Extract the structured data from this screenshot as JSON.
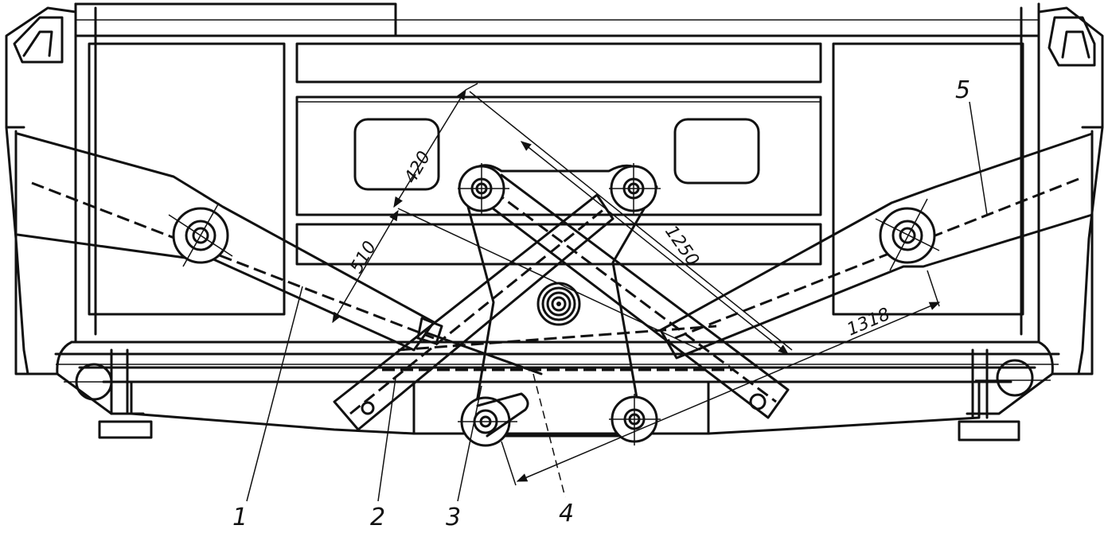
{
  "dimensions": {
    "d420": "420",
    "d510": "510",
    "d1250": "1250",
    "d1318": "1318"
  },
  "callouts": {
    "c1": "1",
    "c2": "2",
    "c3": "3",
    "c4": "4",
    "c5": "5"
  }
}
